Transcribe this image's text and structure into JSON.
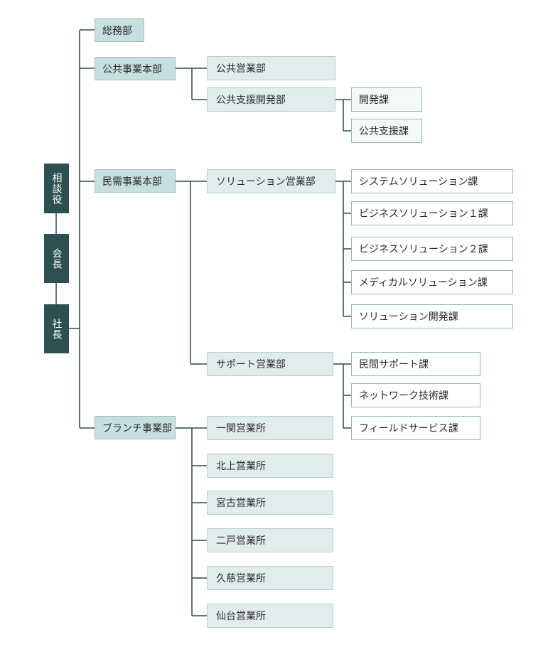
{
  "executives": {
    "advisor": "相談役",
    "chairman": "会長",
    "president": "社長"
  },
  "departments": {
    "general_affairs": "総務部",
    "public_hq": "公共事業本部",
    "private_hq": "民需事業本部",
    "branch_hq": "ブランチ事業部"
  },
  "public": {
    "sales": "公共営業部",
    "support_dev": "公共支援開発部",
    "sections": [
      "開発課",
      "公共支援課"
    ]
  },
  "private": {
    "solution_sales": "ソリューション営業部",
    "solution_sections": [
      "システムソリューション課",
      "ビジネスソリューション１課",
      "ビジネスソリューション２課",
      "メディカルソリューション課",
      "ソリューション開発課"
    ],
    "support_sales": "サポート営業部",
    "support_sections": [
      "民間サポート課",
      "ネットワーク技術課",
      "フィールドサービス課"
    ]
  },
  "branches": [
    "一関営業所",
    "北上営業所",
    "宮古営業所",
    "二戸営業所",
    "久慈営業所",
    "仙台営業所"
  ],
  "colors": {
    "line": "#2d4a4a",
    "exec_fill": "#2d5152",
    "dept_fill": "#c7dfdf",
    "sub_fill": "#e1eded",
    "section_border": "#8fb7b7"
  }
}
